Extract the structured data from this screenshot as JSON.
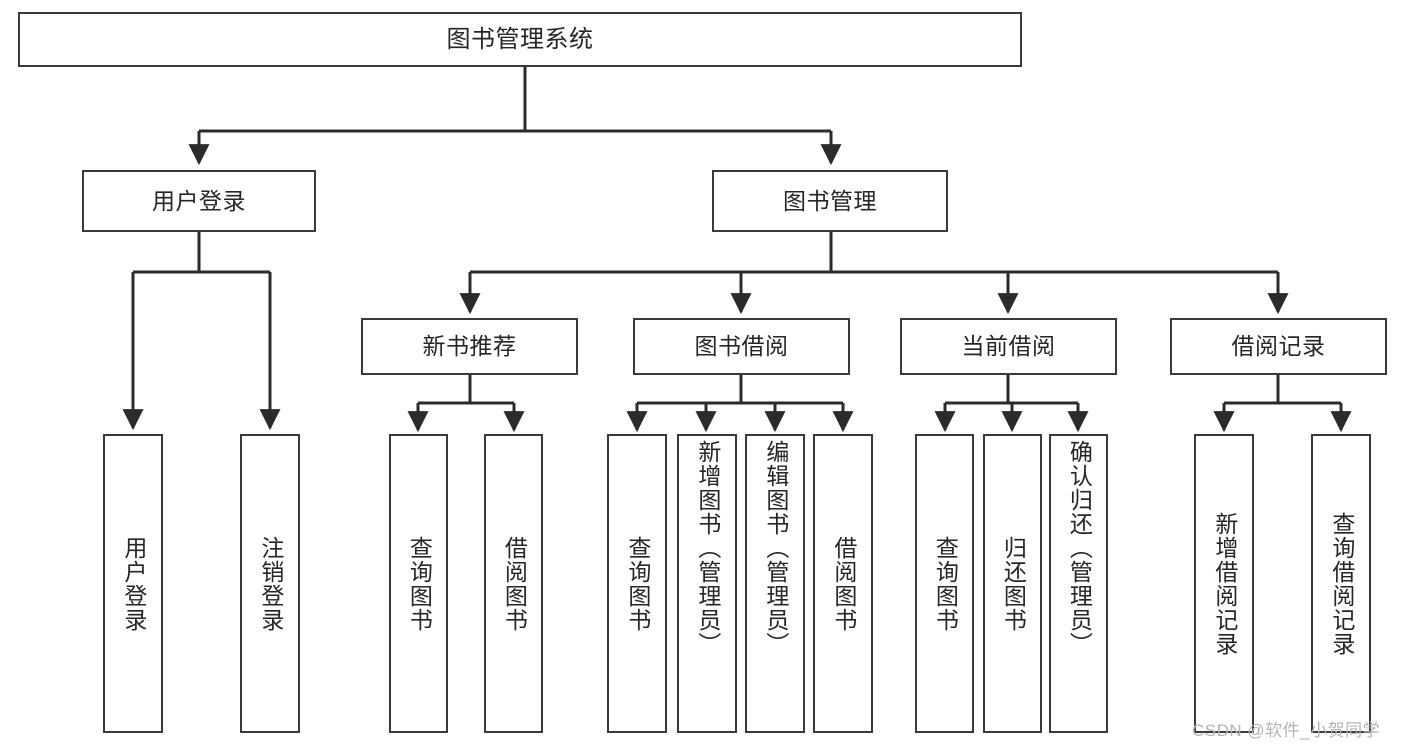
{
  "diagram": {
    "type": "tree-hierarchy",
    "title": "图书管理系统",
    "nodes": {
      "root": {
        "label": "图书管理系统",
        "level": 0,
        "orientation": "horizontal"
      },
      "n_user_login": {
        "label": "用户登录",
        "level": 1,
        "orientation": "horizontal"
      },
      "n_book_manage": {
        "label": "图书管理",
        "level": 1,
        "orientation": "horizontal"
      },
      "n_new_book_rec": {
        "label": "新书推荐",
        "level": 2,
        "orientation": "horizontal"
      },
      "n_book_borrow": {
        "label": "图书借阅",
        "level": 2,
        "orientation": "horizontal"
      },
      "n_current_borrow": {
        "label": "当前借阅",
        "level": 2,
        "orientation": "horizontal"
      },
      "n_borrow_record": {
        "label": "借阅记录",
        "level": 2,
        "orientation": "horizontal"
      },
      "l_user_login": {
        "label": "用户登录",
        "level": 3,
        "orientation": "vertical"
      },
      "l_logout": {
        "label": "注销登录",
        "level": 3,
        "orientation": "vertical"
      },
      "l_query_book_1": {
        "label": "查询图书",
        "level": 3,
        "orientation": "vertical"
      },
      "l_borrow_book_1": {
        "label": "借阅图书",
        "level": 3,
        "orientation": "vertical"
      },
      "l_query_book_2": {
        "label": "查询图书",
        "level": 3,
        "orientation": "vertical"
      },
      "l_add_book": {
        "label": "新增图书（管理员）",
        "level": 3,
        "orientation": "vertical"
      },
      "l_edit_book": {
        "label": "编辑图书（管理员）",
        "level": 3,
        "orientation": "vertical"
      },
      "l_borrow_book_2": {
        "label": "借阅图书",
        "level": 3,
        "orientation": "vertical"
      },
      "l_query_book_3": {
        "label": "查询图书",
        "level": 3,
        "orientation": "vertical"
      },
      "l_return_book": {
        "label": "归还图书",
        "level": 3,
        "orientation": "vertical"
      },
      "l_confirm_return": {
        "label": "确认归还（管理员）",
        "level": 3,
        "orientation": "vertical"
      },
      "l_add_record": {
        "label": "新增借阅记录",
        "level": 3,
        "orientation": "vertical"
      },
      "l_query_record": {
        "label": "查询借阅记录",
        "level": 3,
        "orientation": "vertical"
      }
    },
    "edges": [
      {
        "from": "root",
        "to": "n_user_login"
      },
      {
        "from": "root",
        "to": "n_book_manage"
      },
      {
        "from": "n_user_login",
        "to": "l_user_login"
      },
      {
        "from": "n_user_login",
        "to": "l_logout"
      },
      {
        "from": "n_book_manage",
        "to": "n_new_book_rec"
      },
      {
        "from": "n_book_manage",
        "to": "n_book_borrow"
      },
      {
        "from": "n_book_manage",
        "to": "n_current_borrow"
      },
      {
        "from": "n_book_manage",
        "to": "n_borrow_record"
      },
      {
        "from": "n_new_book_rec",
        "to": "l_query_book_1"
      },
      {
        "from": "n_new_book_rec",
        "to": "l_borrow_book_1"
      },
      {
        "from": "n_book_borrow",
        "to": "l_query_book_2"
      },
      {
        "from": "n_book_borrow",
        "to": "l_add_book"
      },
      {
        "from": "n_book_borrow",
        "to": "l_edit_book"
      },
      {
        "from": "n_book_borrow",
        "to": "l_borrow_book_2"
      },
      {
        "from": "n_current_borrow",
        "to": "l_query_book_3"
      },
      {
        "from": "n_current_borrow",
        "to": "l_return_book"
      },
      {
        "from": "n_current_borrow",
        "to": "l_confirm_return"
      },
      {
        "from": "n_borrow_record",
        "to": "l_add_record"
      },
      {
        "from": "n_borrow_record",
        "to": "l_query_record"
      }
    ],
    "colors": {
      "border": "#3a3a3a",
      "text": "#262626",
      "background": "#ffffff",
      "edge": "#2b2b2b",
      "watermark": "#b4b4b4"
    }
  },
  "watermark": {
    "text": "CSDN @软件_小贺同学"
  }
}
